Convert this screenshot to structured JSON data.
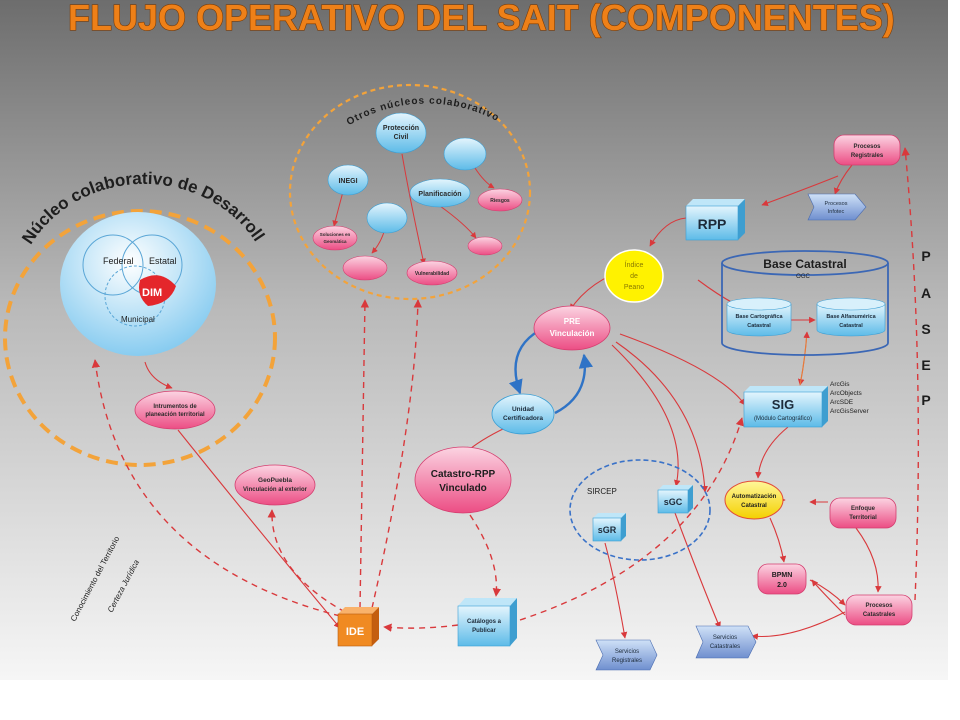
{
  "title": "FLUJO OPERATIVO DEL SAIT (COMPONENTES)",
  "colors": {
    "title": "#ee8018",
    "pink": "#e8346d",
    "cyan": "#58b6e4",
    "arrow_red": "#d9393c",
    "orange_dashed": "#f3a33a",
    "blue_arrow": "#2f73c6"
  },
  "nucleo_urbano": {
    "title": "Núcleo colaborativo de Desarrollo Urbano",
    "federal": "Federal",
    "estatal": "Estatal",
    "dim": "DIM",
    "municipal": "Municipal"
  },
  "otros_nucleos": {
    "title": "Otros núcleos colaborativos",
    "proteccion_civil": [
      "Protección",
      "Civil"
    ],
    "inegi": "INEGI",
    "planificacion": "Planificación",
    "riesgos": "Riesgos",
    "soluciones": [
      "Soluciones en",
      "Geomática"
    ],
    "vulnerabilidad": "Vulnerabilidad"
  },
  "nodes": {
    "instrumentos": [
      "Intrumentos de",
      "planeación territorial"
    ],
    "geopuebla": [
      "GeoPuebla",
      "Vinculación al  exterior"
    ],
    "procesos_registrales": [
      "Procesos",
      "Registrales"
    ],
    "procesos_infotec": [
      "Procesos",
      "Infotec"
    ],
    "rpp": "RPP",
    "indice_peano": [
      "Índice",
      "de",
      "Peano"
    ],
    "base_catastral_title": "Base Catastral",
    "ogc": "OGC",
    "base_cartografica": [
      "Base Cartográfica",
      "Catastral"
    ],
    "base_alfanumerica": [
      "Base Alfanumérica",
      "Catastral"
    ],
    "pre_vinculacion": [
      "PRE",
      "Vinculación"
    ],
    "unidad_certificadora": [
      "Unidad",
      "Certificadora"
    ],
    "sig": [
      "SIG",
      "(Módulo Cartográfico)"
    ],
    "arcgis_list": [
      "ArcGis",
      "ArcObjects",
      "ArcSDE",
      "ArcGisServer"
    ],
    "catastro_rpp": [
      "Catastro-RPP",
      "Vinculado"
    ],
    "sircep": "SIRCEP",
    "sgr": "sGR",
    "sgc": "sGC",
    "automatizacion": [
      "Automatización",
      "Catastral"
    ],
    "enfoque_territorial": [
      "Enfoque",
      "Territorial"
    ],
    "bpmn": [
      "BPMN",
      "2.0"
    ],
    "procesos_catastrales": [
      "Procesos",
      "Catastrales"
    ],
    "servicios_registrales": [
      "Servicios",
      "Registrales"
    ],
    "servicios_catastrales": [
      "Servicios",
      "Catastrales"
    ],
    "catalogos": [
      "Catálogos a",
      "Publicar"
    ],
    "ide": "IDE",
    "pasep": [
      "P",
      "A",
      "S",
      "E",
      "P"
    ],
    "conocimiento": "Conocimiento del Territorio",
    "certeza": "Certeza Jurídica"
  }
}
